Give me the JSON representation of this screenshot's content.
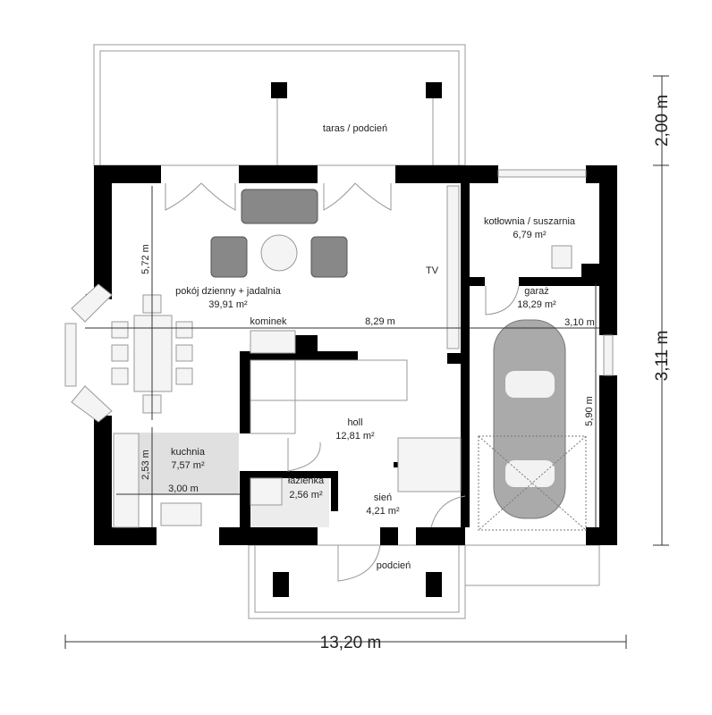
{
  "plan": {
    "rooms": {
      "terrace": {
        "name": "taras / podcień"
      },
      "living": {
        "name": "pokój dzienny + jadalnia",
        "area": "39,91 m²"
      },
      "fireplace": {
        "name": "kominek"
      },
      "tv": {
        "name": "TV"
      },
      "hall": {
        "name": "holl",
        "area": "12,81 m²"
      },
      "kitchen": {
        "name": "kuchnia",
        "area": "7,57 m²"
      },
      "bathroom": {
        "name": "łazienka",
        "area": "2,56 m²"
      },
      "vestibule": {
        "name": "sień",
        "area": "4,21 m²"
      },
      "porch": {
        "name": "podcień"
      },
      "boiler": {
        "name": "kotłownia / suszarnia",
        "area": "6,79 m²"
      },
      "garage": {
        "name": "garaż",
        "area": "18,29 m²"
      }
    },
    "dimensions": {
      "living_width": "8,29 m",
      "living_depth": "5,72 m",
      "kitchen_depth": "2,53 m",
      "kitchen_width": "3,00 m",
      "garage_width": "3,10 m",
      "garage_depth": "5,90 m",
      "overall_width": "13,20 m",
      "terrace_depth": "2,00 m",
      "side_height": "3,11 m"
    },
    "colors": {
      "walls": "#000000",
      "furniture": "#888888",
      "kitchen_floor": "#e0e0e0",
      "bathroom_floor": "#ececec"
    }
  }
}
